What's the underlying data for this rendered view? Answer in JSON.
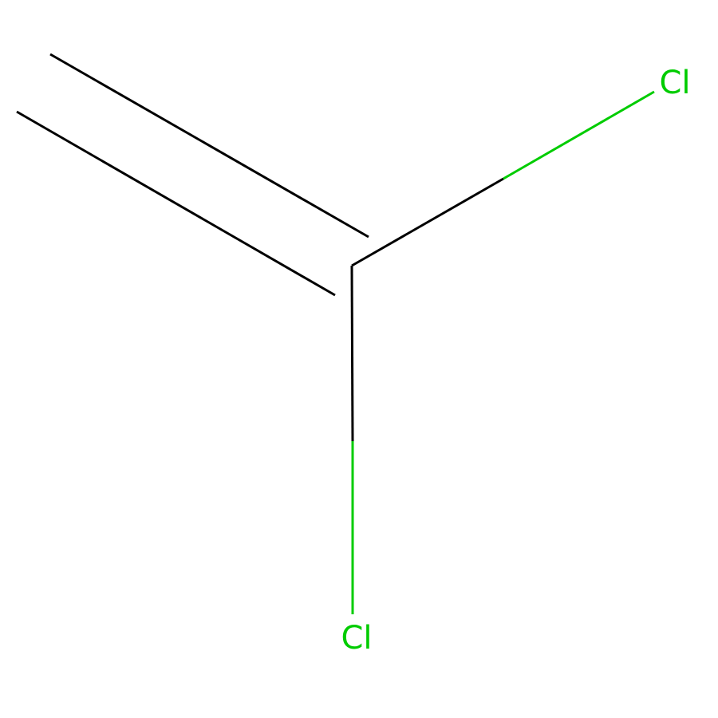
{
  "molecule": {
    "atoms": [
      {
        "id": "chlorine-top-right",
        "symbol": "Cl"
      },
      {
        "id": "chlorine-bottom",
        "symbol": "Cl"
      }
    ],
    "colors": {
      "background": "#FFFFFF",
      "carbon_bond": "#000000",
      "chlorine": "#00CC00"
    }
  }
}
